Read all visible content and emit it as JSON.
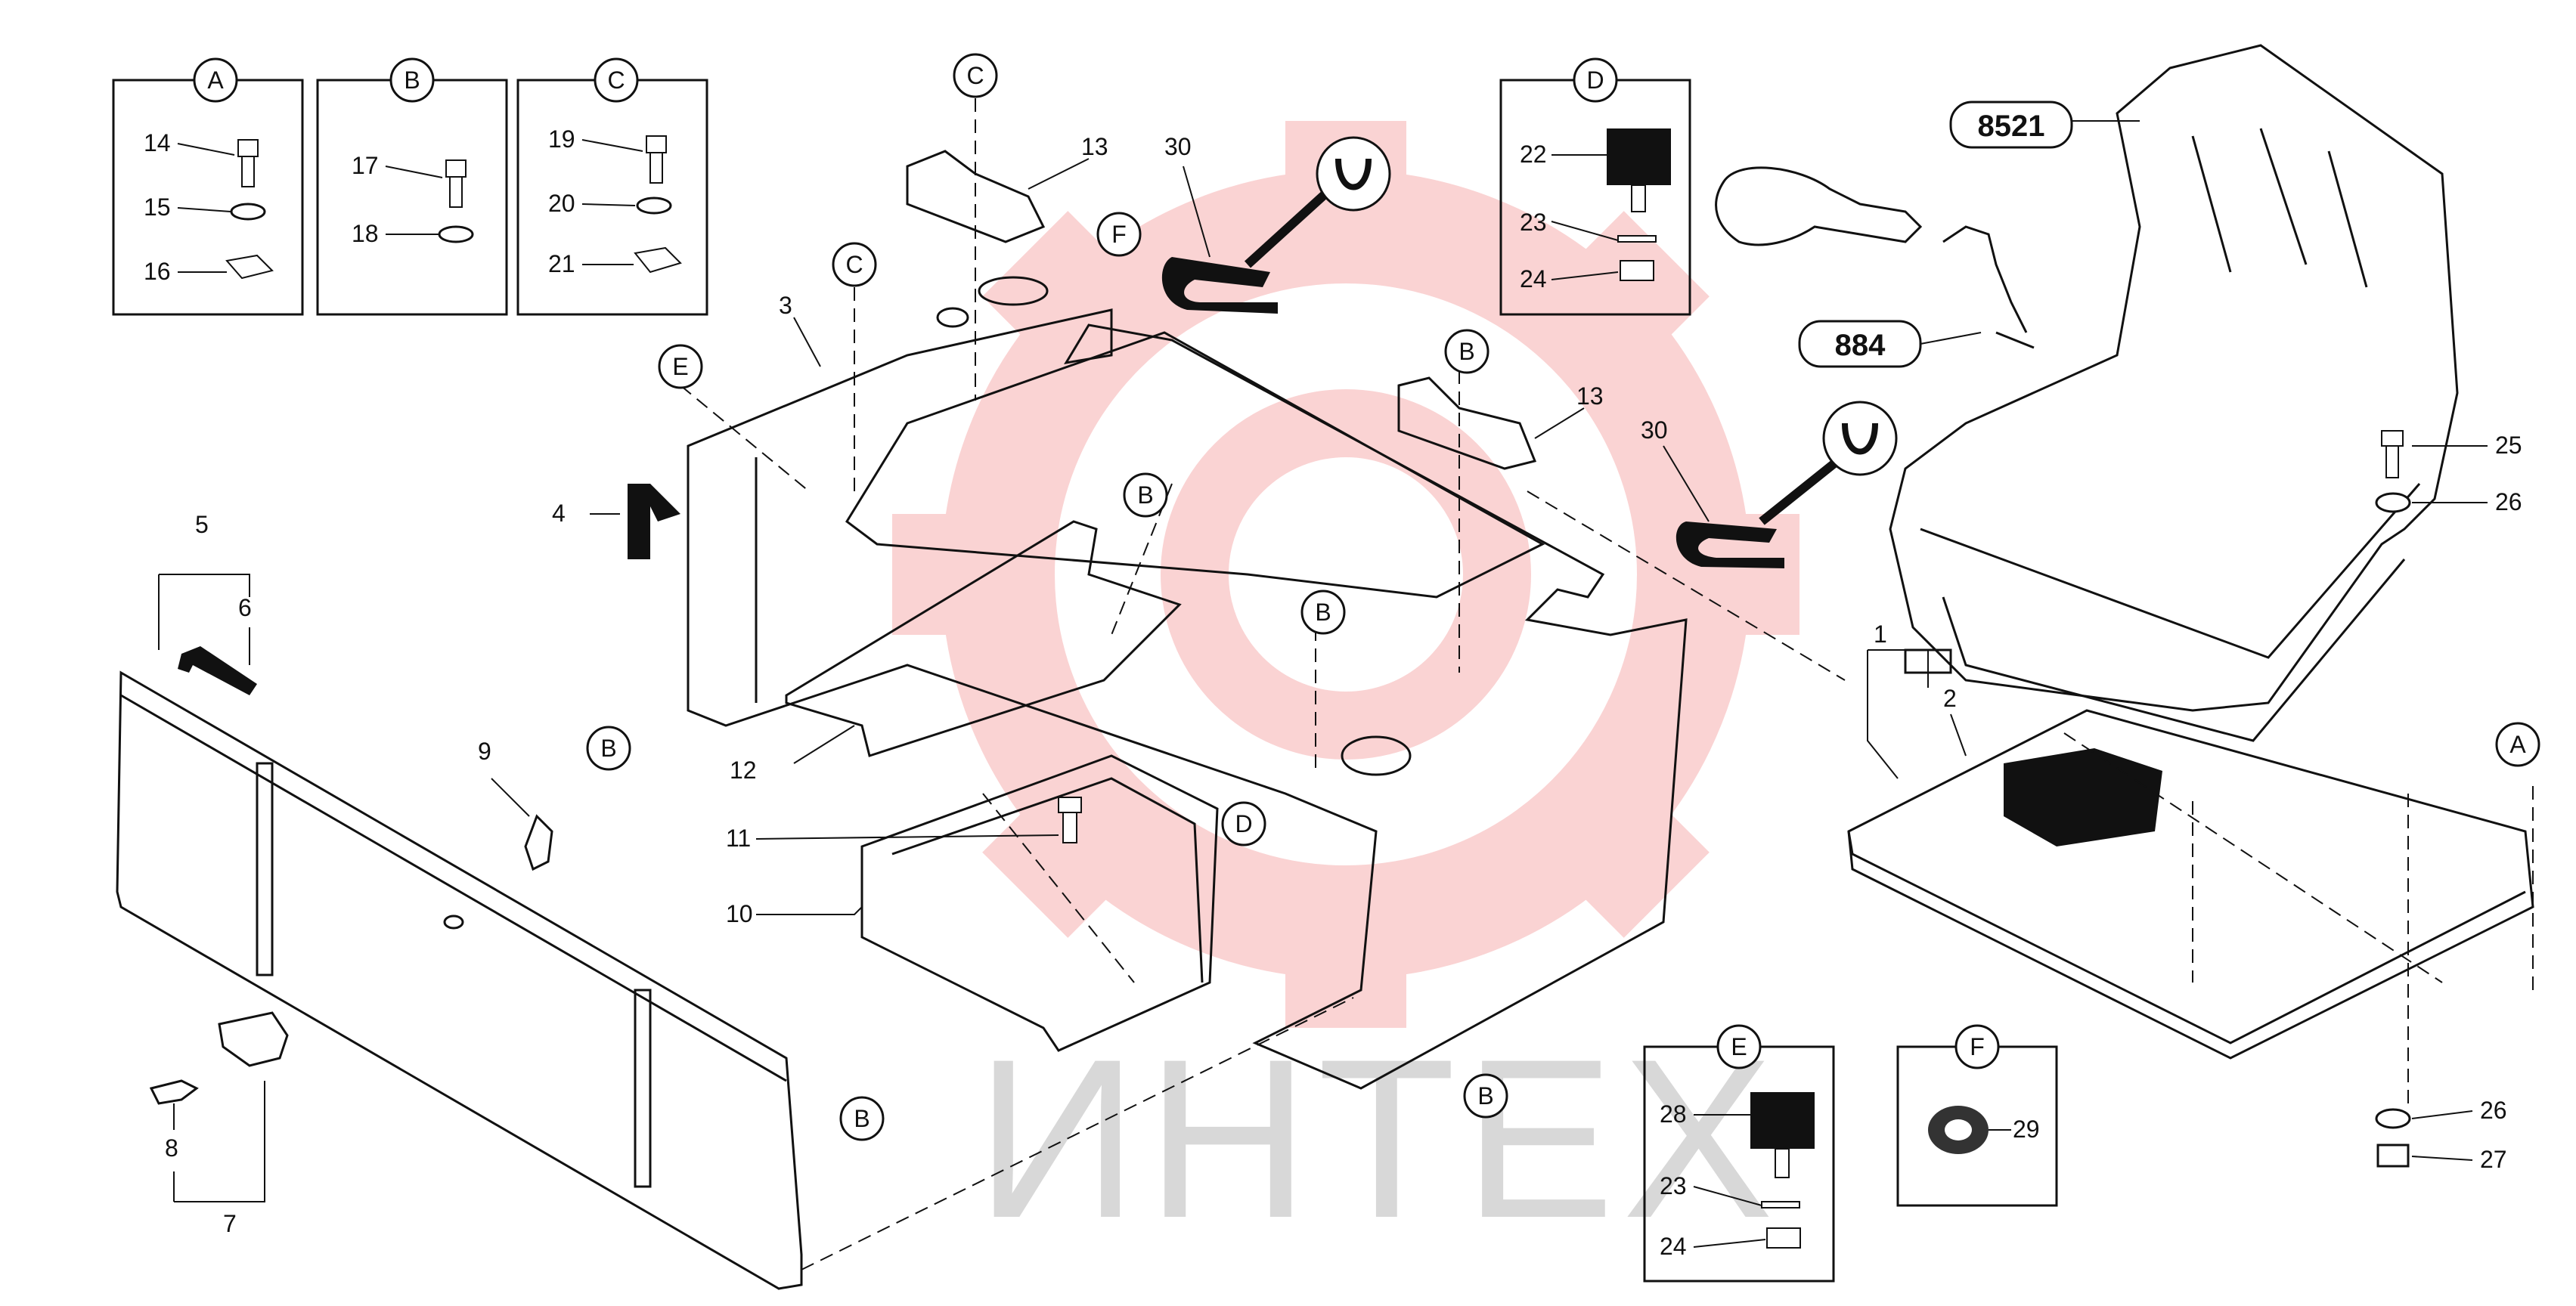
{
  "watermark": {
    "text": "ИНТЕХ",
    "color": "#f2c3c3"
  },
  "detail_boxes": [
    {
      "letter": "A",
      "items": [
        {
          "n": "14",
          "part": "bolt"
        },
        {
          "n": "15",
          "part": "washer"
        },
        {
          "n": "16",
          "part": "clip-nut"
        }
      ]
    },
    {
      "letter": "B",
      "items": [
        {
          "n": "17",
          "part": "bolt"
        },
        {
          "n": "18",
          "part": "washer"
        }
      ]
    },
    {
      "letter": "C",
      "items": [
        {
          "n": "19",
          "part": "bolt"
        },
        {
          "n": "20",
          "part": "washer"
        },
        {
          "n": "21",
          "part": "clip-nut"
        }
      ]
    },
    {
      "letter": "D",
      "items": [
        {
          "n": "22",
          "part": "rubber-mount"
        },
        {
          "n": "23",
          "part": "washer"
        },
        {
          "n": "24",
          "part": "nut"
        }
      ]
    },
    {
      "letter": "E",
      "items": [
        {
          "n": "28",
          "part": "rubber-mount"
        },
        {
          "n": "23",
          "part": "washer"
        },
        {
          "n": "24",
          "part": "nut"
        }
      ]
    },
    {
      "letter": "F",
      "items": [
        {
          "n": "29",
          "part": "grommet"
        }
      ]
    }
  ],
  "ref_boxes": [
    {
      "label": "8521"
    },
    {
      "label": "884"
    }
  ],
  "part_numbers": {
    "n1": "1",
    "n2": "2",
    "n3": "3",
    "n4": "4",
    "n5": "5",
    "n6": "6",
    "n7": "7",
    "n8": "8",
    "n9": "9",
    "n10": "10",
    "n11": "11",
    "n12": "12",
    "n13a": "13",
    "n13b": "13",
    "n25": "25",
    "n26a": "26",
    "n26b": "26",
    "n27": "27",
    "n30a": "30",
    "n30b": "30"
  },
  "callouts": {
    "cA": "A",
    "cB1": "B",
    "cB2": "B",
    "cB3": "B",
    "cB4": "B",
    "cB5": "B",
    "cB6": "B",
    "cC1": "C",
    "cC2": "C",
    "cD": "D",
    "cE": "E",
    "cF": "F"
  }
}
